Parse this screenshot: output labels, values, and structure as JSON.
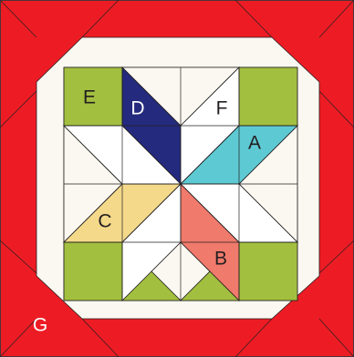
{
  "labels": {
    "A": "A",
    "B": "B",
    "C": "C",
    "D": "D",
    "E": "E",
    "F": "F",
    "G": "G"
  },
  "colors": {
    "red": "#ed1c24",
    "cream": "#fbf8f1",
    "green": "#a2bf3f",
    "navy": "#242a7e",
    "teal": "#5dc9d3",
    "yellow": "#f4d98a",
    "salmon": "#f07a6c",
    "white": "#ffffff",
    "line": "#231f20"
  }
}
